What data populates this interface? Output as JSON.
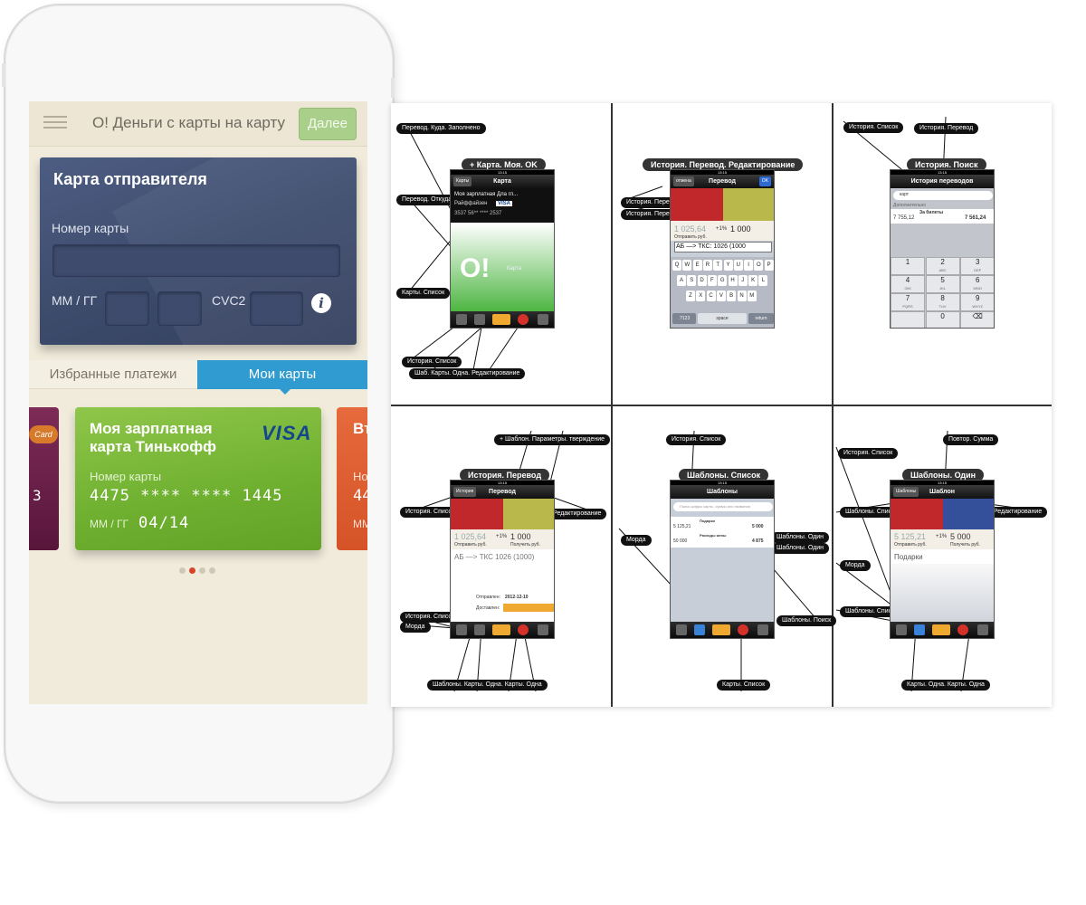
{
  "app": {
    "title": "О! Деньги с карты на карту",
    "next_label": "Далее"
  },
  "sender_card": {
    "title": "Карта отправителя",
    "number_label": "Номер карты",
    "expiry_label": "ММ / ГГ",
    "cvc_label": "CVC2",
    "info_glyph": "i"
  },
  "tabs": [
    {
      "label": "Избранные платежи",
      "selected": false
    },
    {
      "label": "Мои карты",
      "selected": true
    }
  ],
  "cards": {
    "left": {
      "brand": "Card",
      "number_tail": "3"
    },
    "main": {
      "name": "Моя зарплатная карта Тинькофф",
      "brand": "VISA",
      "number_label": "Номер карты",
      "number": "4475 **** **** 1445",
      "expiry_label": "ММ / ГГ",
      "expiry": "04/14"
    },
    "right": {
      "title": "Вт",
      "number_label": "Но",
      "number": "44",
      "expiry_label": "ММ"
    }
  },
  "pager": {
    "count": 4,
    "active_index": 1
  },
  "storyboard": {
    "titles": {
      "s1": "+ Карта. Моя. OK",
      "s2": "История. Перевод. Редактирование",
      "s3": "История. Поиск",
      "s4": "История. Перевод",
      "s5": "Шаблоны. Список",
      "s6": "Шаблоны. Один"
    },
    "labels": {
      "s1_top": "Перевод. Куда. Заполнено",
      "s1_from": "Перевод. Откуда. Заполнен",
      "s1_cards": "Карты. Список",
      "s1_hist": "История. Список",
      "s1_bottom": "Шаб. Карты. Одна. Редактирование",
      "s2_a": "История. Перевод",
      "s2_b": "История. Перевод",
      "s3_a": "История. Список",
      "s3_b": "История. Перевод",
      "s4_top": "+ Шаблон. Параметры. тверждение",
      "s4_left": "История. Список",
      "s4_right": "История. Перевод. Редактирование",
      "s4_hist": "История. Список",
      "s4_morda": "Морда",
      "s4_bottom": "Шаблоны. Карты. Одна. Карты. Одна",
      "s5_top": "История. Список",
      "s5_morda": "Морда",
      "s5_r1": "Шаблоны. Один",
      "s5_r2": "Шаблоны. Один",
      "s5_search": "Шаблоны. Поиск",
      "s5_bottom": "Карты. Список",
      "s6_tl": "История. Список",
      "s6_tr": "Повтор. Сумма",
      "s6_l": "Шаблоны. Список",
      "s6_r": "Шаблоны. Один. Редактирование",
      "s6_morda": "Морда",
      "s6_l2": "Шаблоны. Список",
      "s6_bottom": "Карты. Одна. Карты. Одна"
    },
    "screens": {
      "s1": {
        "status": "13:15",
        "nav_title": "Карта",
        "back": "Карты",
        "card_text": "Моя зарплатная Дла гл...",
        "bank": "Райффайзен",
        "card_brand": "VISA",
        "card_number": "3537 56** **** 2537",
        "big_text": "О!",
        "caption": "Карта"
      },
      "s2": {
        "status": "13:15",
        "nav_title": "Перевод",
        "cancel": "отмена",
        "ok": "OK",
        "amount_from": "1 025,64",
        "commission": "+1%",
        "amount_to": "1 000",
        "note": "Отправить руб.",
        "route": "АБ —> ТКС: 1026 (1000",
        "keys_row1": "QWERTYUIOP",
        "keys_row2": "ASDFGHJKL",
        "keys_row3": "ZXCVBNM",
        "key_num": ".?123",
        "key_space": "space",
        "key_return": "return"
      },
      "s3": {
        "status": "13:15",
        "nav_title": "История переводов",
        "search": "карт",
        "section": "Дополнительно",
        "row_from": "7 755,12",
        "row_to": "7 561,24",
        "row_title": "За билеты",
        "keypad": [
          {
            "d": "1",
            "l": ""
          },
          {
            "d": "2",
            "l": "ABC"
          },
          {
            "d": "3",
            "l": "DEF"
          },
          {
            "d": "4",
            "l": "GHI"
          },
          {
            "d": "5",
            "l": "JKL"
          },
          {
            "d": "6",
            "l": "MNO"
          },
          {
            "d": "7",
            "l": "PQRS"
          },
          {
            "d": "8",
            "l": "TUV"
          },
          {
            "d": "9",
            "l": "WXYZ"
          },
          {
            "d": "",
            "l": ""
          },
          {
            "d": "0",
            "l": ""
          },
          {
            "d": "⌫",
            "l": ""
          }
        ]
      },
      "s4": {
        "status": "13:15",
        "nav_title": "Перевод",
        "back": "История",
        "amount_from": "1 025,64",
        "commission": "+1%",
        "amount_to": "1 000",
        "note_from": "Отправить руб.",
        "note_to": "Получить руб.",
        "route": "АБ —> ТКС 1026 (1000)",
        "sent_label": "Отправлен:",
        "sent_date": "2012-12-10",
        "delivered_label": "Доставлен:"
      },
      "s5": {
        "status": "13:15",
        "nav_title": "Шаблоны",
        "search": "Поиск цифры карты, суммы или названия",
        "r1_from": "5 125,21",
        "r1_title": "Подарки",
        "r1_to": "5 000",
        "r2_from": "50 000",
        "r2_title": "Расходы жены",
        "r2_to": "4 875"
      },
      "s6": {
        "status": "13:15",
        "nav_title": "Шаблон",
        "back": "Шаблоны",
        "amount_from": "5 125,21",
        "commission": "+1%",
        "amount_to": "5 000",
        "note_from": "Отправить руб.",
        "note_to": "Получить руб.",
        "title": "Подарки"
      }
    }
  },
  "colors": {
    "sender_card": "#3f4d70",
    "main_card": "#76b436",
    "tab_active": "#2f9bd0",
    "next_button": "#a9cf8a",
    "pager_active": "#d9432a"
  }
}
